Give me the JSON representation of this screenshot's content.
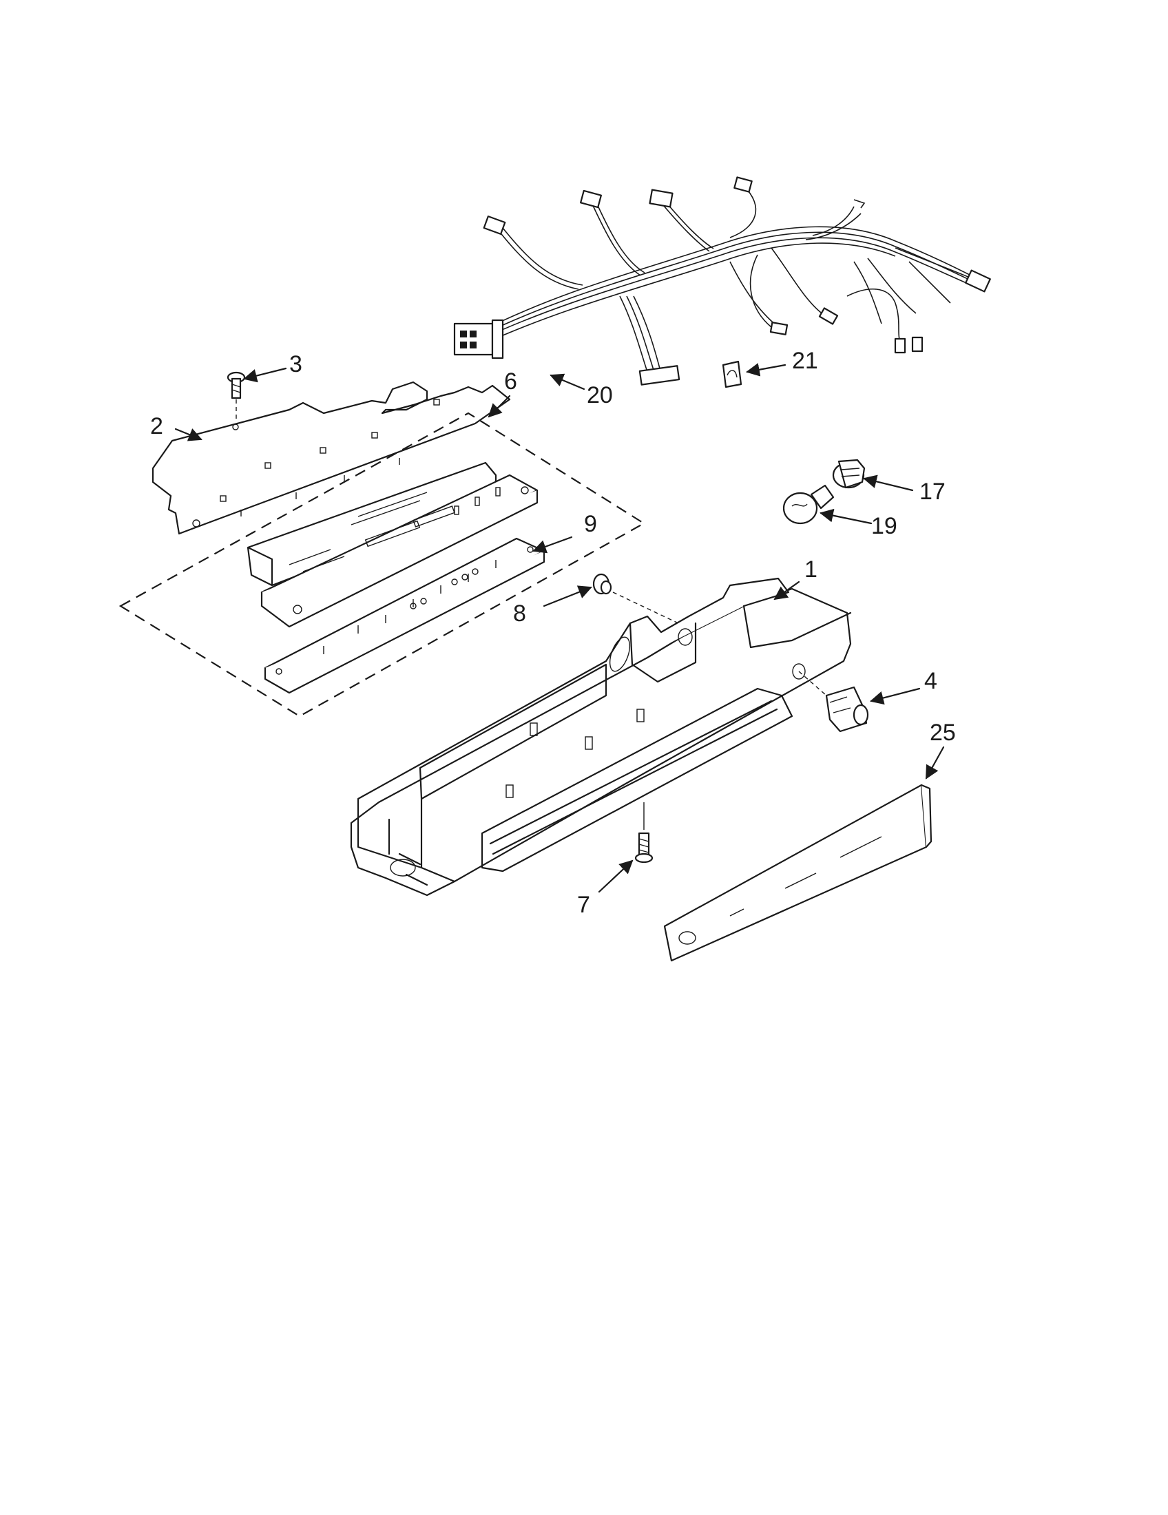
{
  "callouts": [
    {
      "id": "1",
      "text": "1"
    },
    {
      "id": "2",
      "text": "2"
    },
    {
      "id": "3",
      "text": "3"
    },
    {
      "id": "4",
      "text": "4"
    },
    {
      "id": "6",
      "text": "6"
    },
    {
      "id": "7",
      "text": "7"
    },
    {
      "id": "8",
      "text": "8"
    },
    {
      "id": "9",
      "text": "9"
    },
    {
      "id": "17",
      "text": "17"
    },
    {
      "id": "19",
      "text": "19"
    },
    {
      "id": "20",
      "text": "20"
    },
    {
      "id": "21",
      "text": "21"
    },
    {
      "id": "25",
      "text": "25"
    }
  ]
}
